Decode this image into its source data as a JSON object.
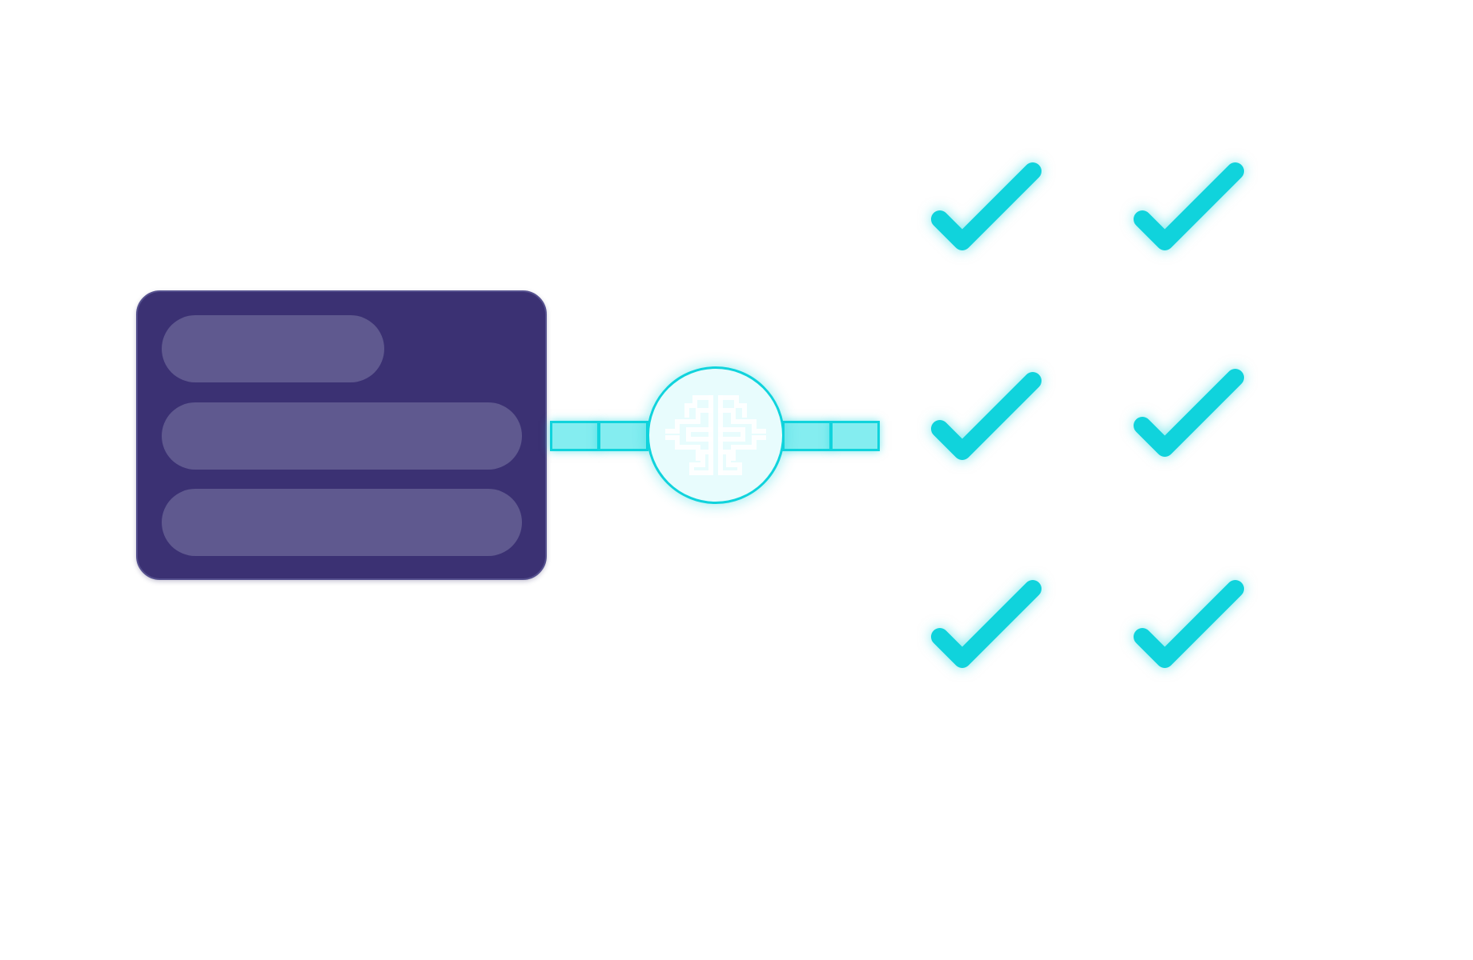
{
  "colors": {
    "background": "#ffffff",
    "card": "#3b3173",
    "card_line": "#5f598f",
    "accent": "#10d3dc",
    "connector_fill": "#84edf0",
    "node_fill": "#e8fcfd",
    "brain_icon": "#ffffff"
  },
  "document": {
    "icon": "document-card",
    "line_count": 3
  },
  "connector": {
    "left_segments": 2,
    "right_segments": 2
  },
  "processor": {
    "icon": "brain-icon"
  },
  "results": {
    "icon": "checkmark-icon",
    "rows": 3,
    "columns": 2,
    "count": 6
  }
}
